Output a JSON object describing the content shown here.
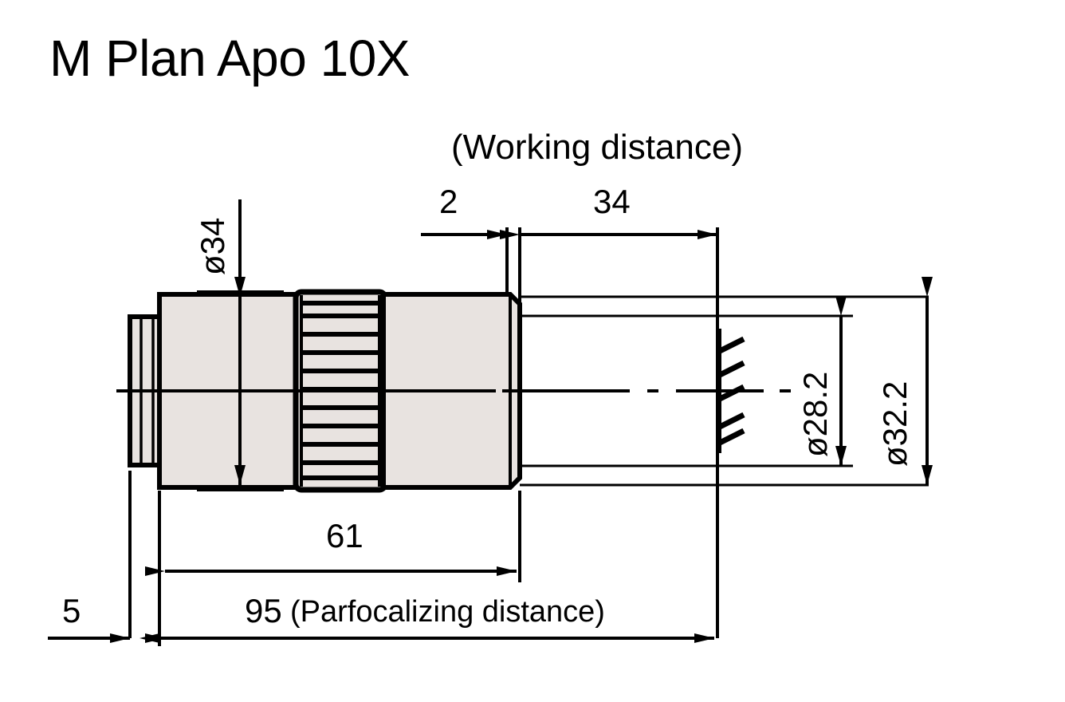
{
  "title": "M Plan Apo 10X",
  "drawing": {
    "subject": "microscope-objective-lens-outline-drawing",
    "units": "mm",
    "line_color": "#000000",
    "body_fill": "#e8e3e0",
    "background": "#ffffff"
  },
  "labels": {
    "working_distance": "(Working distance)",
    "parfocalizing_distance": "(Parfocalizing distance)"
  },
  "dimensions": {
    "cover_glass_thickness": "2",
    "working_distance": "34",
    "barrel_diameter": "ø34",
    "thread_minor_diameter": "ø28.2",
    "thread_major_diameter": "ø32.2",
    "body_length": "61",
    "parfocal_length": "95",
    "mount_length": "5"
  },
  "annotations": {
    "section_break_symbol": "hatch-break",
    "centerline_style": "dash-dot"
  }
}
